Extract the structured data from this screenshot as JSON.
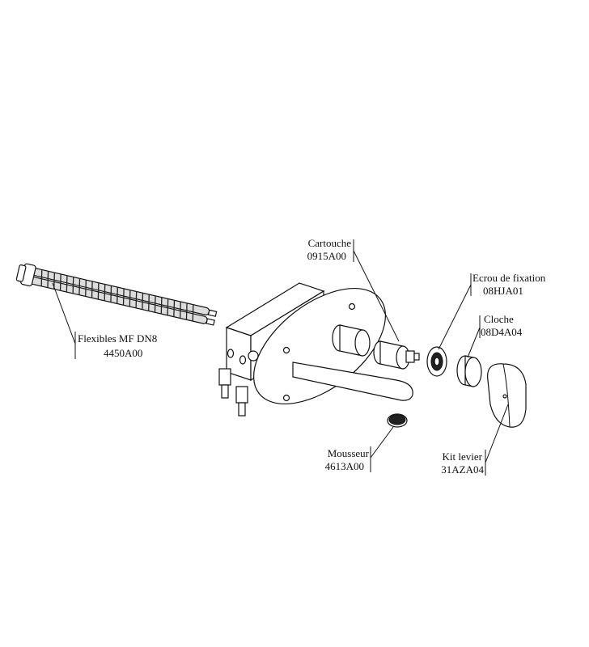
{
  "parts": [
    {
      "id": "flex",
      "name": "Flexibles MF DN8",
      "ref": "4450A00"
    },
    {
      "id": "cart",
      "name": "Cartouche",
      "ref": "0915A00"
    },
    {
      "id": "ecrou",
      "name": "Ecrou de fixation",
      "ref": "08HJA01"
    },
    {
      "id": "cloche",
      "name": "Cloche",
      "ref": "08D4A04"
    },
    {
      "id": "mousseur",
      "name": "Mousseur",
      "ref": "4613A00"
    },
    {
      "id": "kit",
      "name": "Kit levier",
      "ref": "31AZA04"
    }
  ]
}
